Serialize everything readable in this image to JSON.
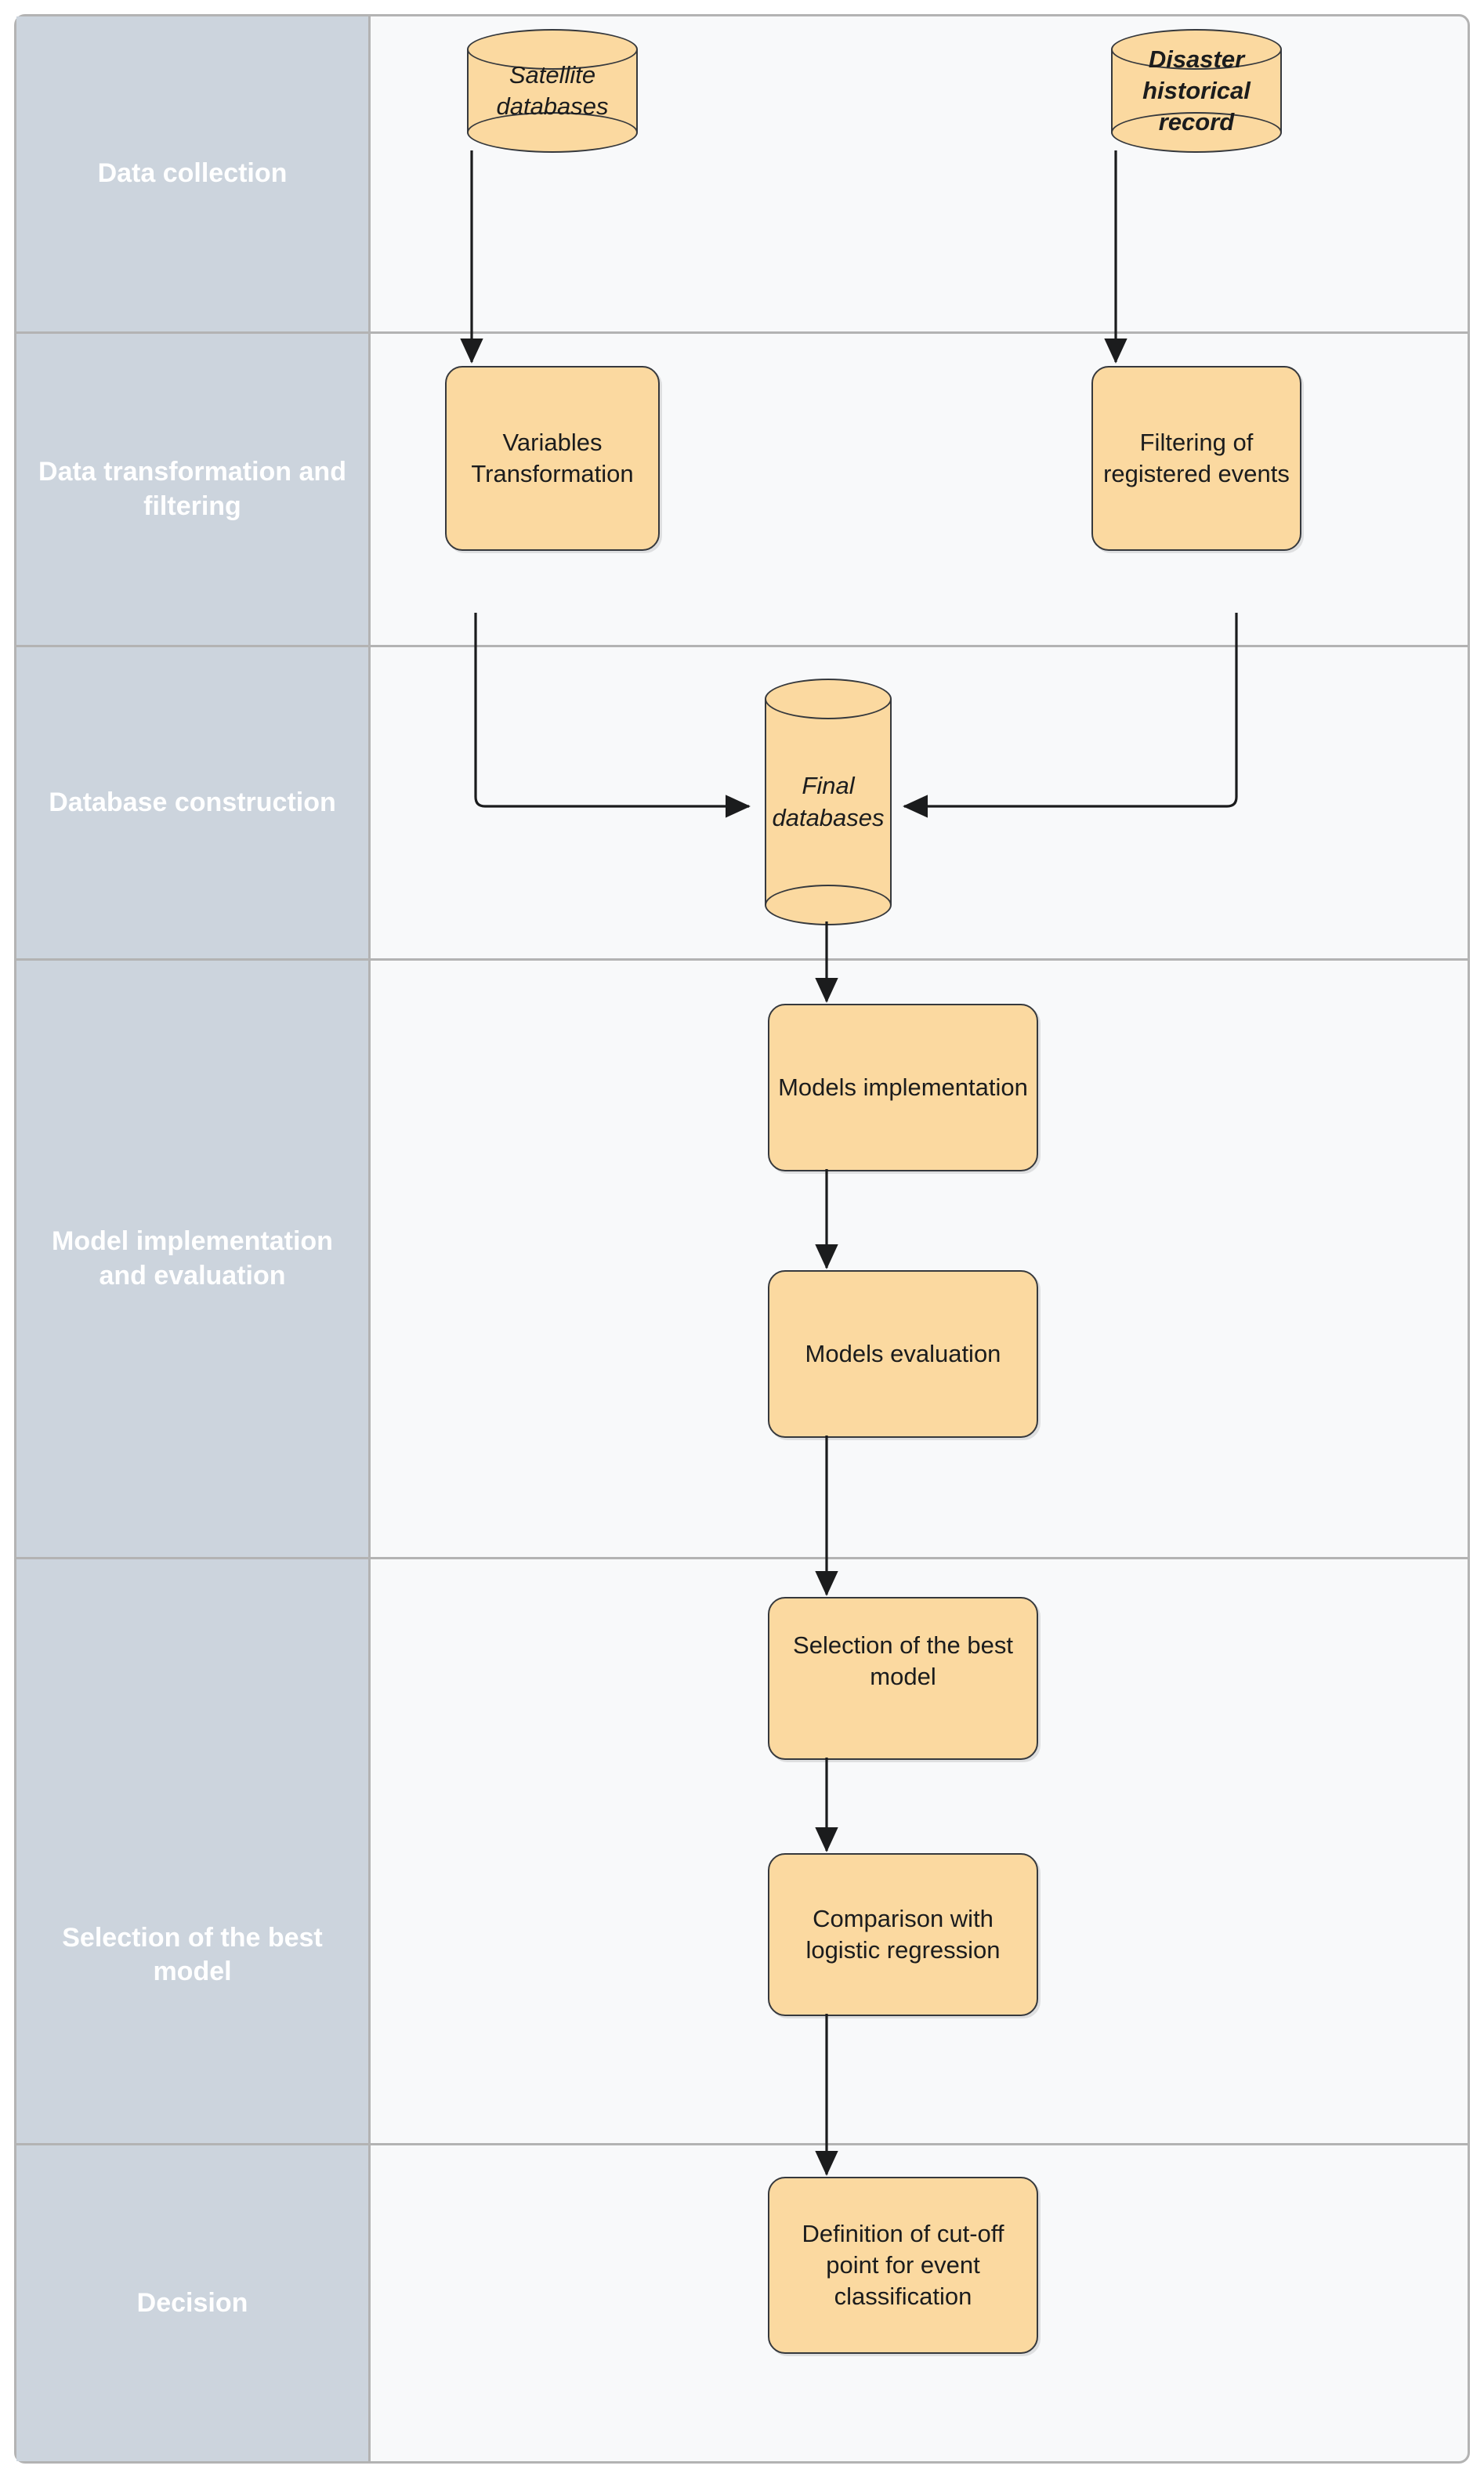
{
  "diagram": {
    "title_semantics": "methodology-flowchart",
    "colors": {
      "lane_header_bg": "#ccd4dd",
      "lane_header_text": "#ffffff",
      "lane_body_bg": "#f8f9fa",
      "node_fill": "#fbd9a0",
      "node_stroke": "#36393d",
      "grid_stroke": "#b3b3b3",
      "arrow": "#1b1c1d"
    },
    "lanes": [
      {
        "id": "data-collection",
        "label": "Data collection"
      },
      {
        "id": "data-transformation",
        "label": "Data transformation and filtering"
      },
      {
        "id": "database-construction",
        "label": "Database construction"
      },
      {
        "id": "model-implementation",
        "label": "Model implementation and evaluation"
      },
      {
        "id": "selection-best-model",
        "label": "Selection of the best model"
      },
      {
        "id": "decision",
        "label": "Decision"
      }
    ],
    "nodes": [
      {
        "id": "satellite-databases",
        "shape": "cylinder",
        "lane": "data-collection",
        "label": "Satellite databases",
        "bold": false
      },
      {
        "id": "disaster-historical",
        "shape": "cylinder",
        "lane": "data-collection",
        "label": "Disaster historical record",
        "bold": true
      },
      {
        "id": "variables-transformation",
        "shape": "process",
        "lane": "data-transformation",
        "label": "Variables Transformation"
      },
      {
        "id": "filtering-events",
        "shape": "process",
        "lane": "data-transformation",
        "label": "Filtering of registered events"
      },
      {
        "id": "final-databases",
        "shape": "cylinder",
        "lane": "database-construction",
        "label": "Final databases",
        "bold": false
      },
      {
        "id": "models-implementation",
        "shape": "process",
        "lane": "model-implementation",
        "label": "Models implementation"
      },
      {
        "id": "models-evaluation",
        "shape": "process",
        "lane": "model-implementation",
        "label": "Models evaluation"
      },
      {
        "id": "selection-best-model-box",
        "shape": "process",
        "lane": "selection-best-model",
        "label": "Selection of the best model"
      },
      {
        "id": "comparison-logistic",
        "shape": "process",
        "lane": "selection-best-model",
        "label": "Comparison with logistic regression"
      },
      {
        "id": "definition-cutoff",
        "shape": "process",
        "lane": "decision",
        "label": "Definition of cut-off point for event classification"
      }
    ],
    "edges": [
      {
        "from": "satellite-databases",
        "to": "variables-transformation",
        "style": "straight-down"
      },
      {
        "from": "disaster-historical",
        "to": "filtering-events",
        "style": "straight-down"
      },
      {
        "from": "variables-transformation",
        "to": "final-databases",
        "style": "elbow-right"
      },
      {
        "from": "filtering-events",
        "to": "final-databases",
        "style": "elbow-left"
      },
      {
        "from": "final-databases",
        "to": "models-implementation",
        "style": "straight-down"
      },
      {
        "from": "models-implementation",
        "to": "models-evaluation",
        "style": "straight-down"
      },
      {
        "from": "models-evaluation",
        "to": "selection-best-model-box",
        "style": "straight-down"
      },
      {
        "from": "selection-best-model-box",
        "to": "comparison-logistic",
        "style": "straight-down"
      },
      {
        "from": "comparison-logistic",
        "to": "definition-cutoff",
        "style": "straight-down"
      }
    ]
  }
}
